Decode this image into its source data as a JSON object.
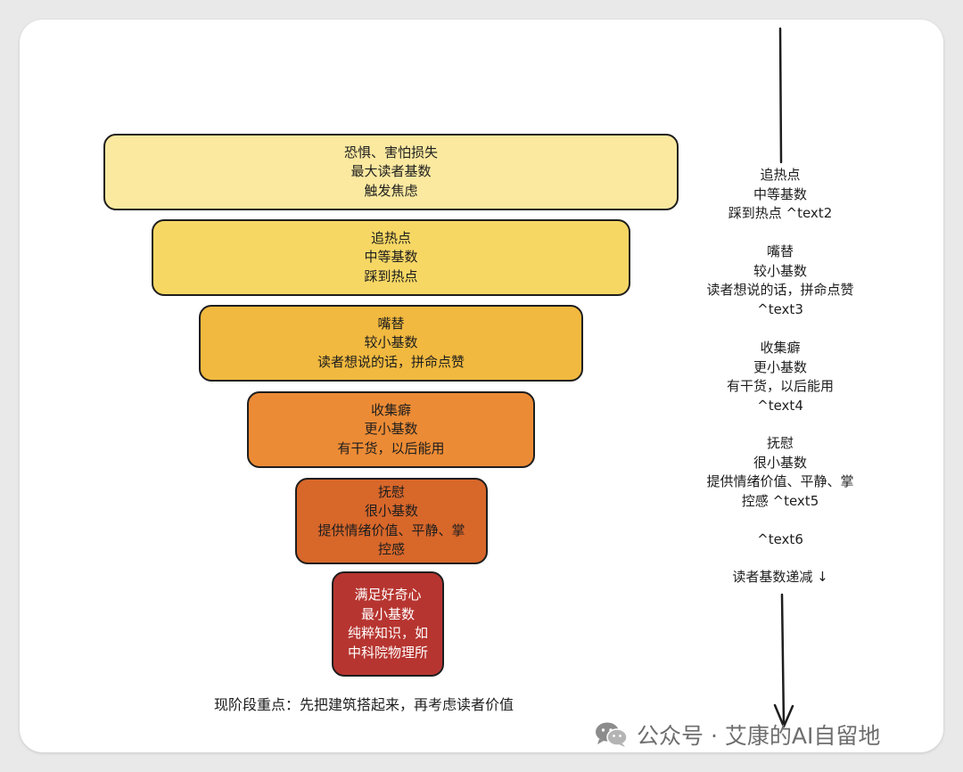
{
  "tiers": [
    {
      "lines": [
        "恐惧、害怕损失",
        "最大读者基数",
        "触发焦虑"
      ],
      "color": "#fbe9a0",
      "text_color": "#1e1e1e"
    },
    {
      "lines": [
        "追热点",
        "中等基数",
        "踩到热点"
      ],
      "color": "#f7d764",
      "text_color": "#1e1e1e"
    },
    {
      "lines": [
        "嘴替",
        "较小基数",
        "读者想说的话，拼命点赞"
      ],
      "color": "#f1b93f",
      "text_color": "#1e1e1e"
    },
    {
      "lines": [
        "收集癖",
        "更小基数",
        "有干货，以后能用"
      ],
      "color": "#ec8b35",
      "text_color": "#1e1e1e"
    },
    {
      "lines": [
        "抚慰",
        "很小基数",
        "提供情绪价值、平静、掌",
        "控感"
      ],
      "color": "#d8672a",
      "text_color": "#1e1e1e"
    },
    {
      "lines": [
        "满足好奇心",
        "最小基数",
        "纯粹知识，如",
        "中科院物理所"
      ],
      "color": "#b73530",
      "text_color": "#ffffff"
    }
  ],
  "side_notes": [
    {
      "lines": [
        "追热点",
        "中等基数",
        "踩到热点 ^text2"
      ]
    },
    {
      "lines": [
        "嘴替",
        "较小基数",
        "读者想说的话，拼命点赞",
        "^text3"
      ]
    },
    {
      "lines": [
        "收集癖",
        "更小基数",
        "有干货，以后能用",
        "^text4"
      ]
    },
    {
      "lines": [
        "抚慰",
        "很小基数",
        "提供情绪价值、平静、掌",
        "控感 ^text5"
      ]
    },
    {
      "lines": [
        "^text6"
      ]
    }
  ],
  "arrow_label": "读者基数递减 ↓",
  "footer_note": "现阶段重点：先把建筑搭起来，再考虑读者价值",
  "watermark": "公众号 · 艾康的AI自留地",
  "icons": {
    "watermark": "wechat-icon"
  }
}
